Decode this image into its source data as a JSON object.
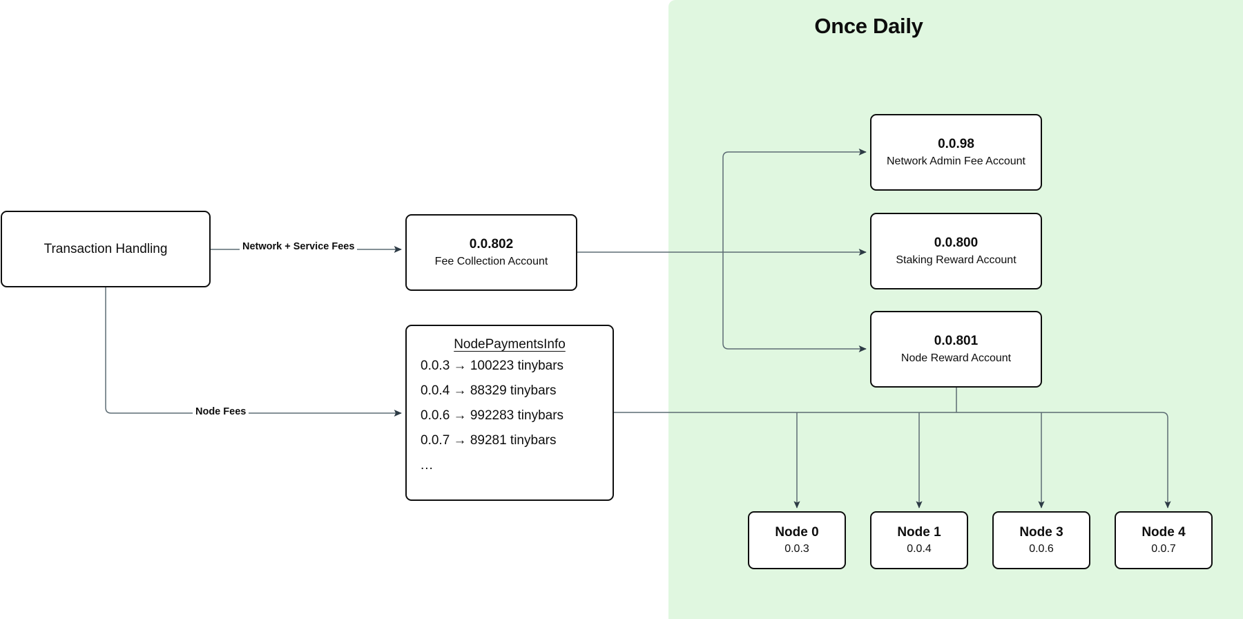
{
  "diagram": {
    "title": "Once Daily",
    "accent_green": "#e0f7e0",
    "stroke_color": "#0d0d0d",
    "background": "#ffffff"
  },
  "nodes": {
    "transaction_handling": {
      "label": "Transaction Handling"
    },
    "fee_collection": {
      "id": "0.0.802",
      "name": "Fee Collection Account"
    },
    "node_payments_info": {
      "heading": "NodePaymentsInfo",
      "rows": [
        "0.0.3 → 100223 tinybars",
        "0.0.4 → 88329 tinybars",
        "0.0.6 → 992283 tinybars",
        "0.0.7 → 89281 tinybars",
        "..."
      ]
    },
    "network_admin_fee": {
      "id": "0.0.98",
      "name": "Network Admin Fee Account"
    },
    "staking_reward": {
      "id": "0.0.800",
      "name": "Staking Reward Account"
    },
    "node_reward": {
      "id": "0.0.801",
      "name": "Node Reward Account"
    }
  },
  "consensus_nodes": [
    {
      "label": "Node 0",
      "account": "0.0.3"
    },
    {
      "label": "Node 1",
      "account": "0.0.4"
    },
    {
      "label": "Node 3",
      "account": "0.0.6"
    },
    {
      "label": "Node 4",
      "account": "0.0.7"
    }
  ],
  "edges": {
    "network_service_fees": "Network + Service Fees",
    "node_fees": "Node Fees"
  }
}
